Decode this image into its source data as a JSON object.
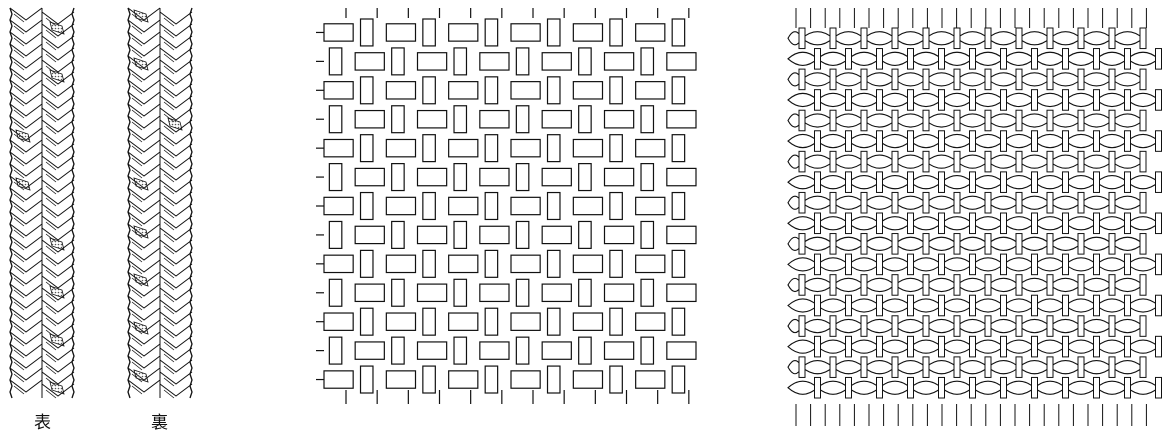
{
  "captions": {
    "front": "表",
    "back": "裏"
  },
  "colors": {
    "ink": "#111111",
    "paper": "#ffffff",
    "dot_fill": "#bdbdbd"
  },
  "figures": [
    {
      "id": "braid-front",
      "kind": "herringbone-braid"
    },
    {
      "id": "braid-back",
      "kind": "herringbone-braid"
    },
    {
      "id": "plain-weave",
      "kind": "basket-weave"
    },
    {
      "id": "twined-weave",
      "kind": "twined-weave"
    }
  ]
}
